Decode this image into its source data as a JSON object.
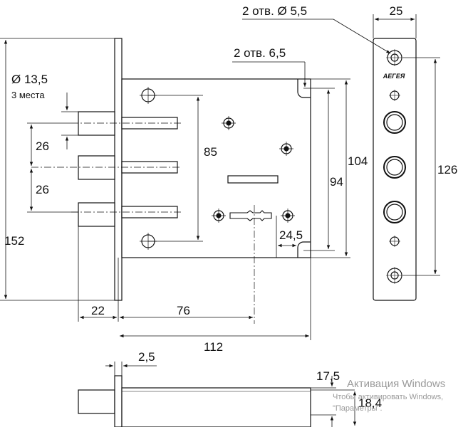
{
  "dimensions": {
    "holes_front": "2 отв. Ø 5,5",
    "plate_width": "25",
    "holes_body": "2 отв. 6,5",
    "bolt_diameter": "Ø 13,5",
    "bolt_count_note": "3 места",
    "bolt_spacing_1": "26",
    "bolt_spacing_2": "26",
    "hole_spacing_85": "85",
    "height_104": "104",
    "height_94": "94",
    "height_126": "126",
    "height_152": "152",
    "offset_24_5": "24,5",
    "bolt_projection": "22",
    "backset": "76",
    "body_length": "112",
    "plate_thickness": "2,5",
    "side_17_5": "17,5",
    "side_18_4": "18,4"
  },
  "brand_logo": "АЕГЕЯ",
  "watermark": {
    "title": "Активация Windows",
    "line1": "Чтобы активировать Windows,",
    "line2": "\"Параметры\"."
  }
}
